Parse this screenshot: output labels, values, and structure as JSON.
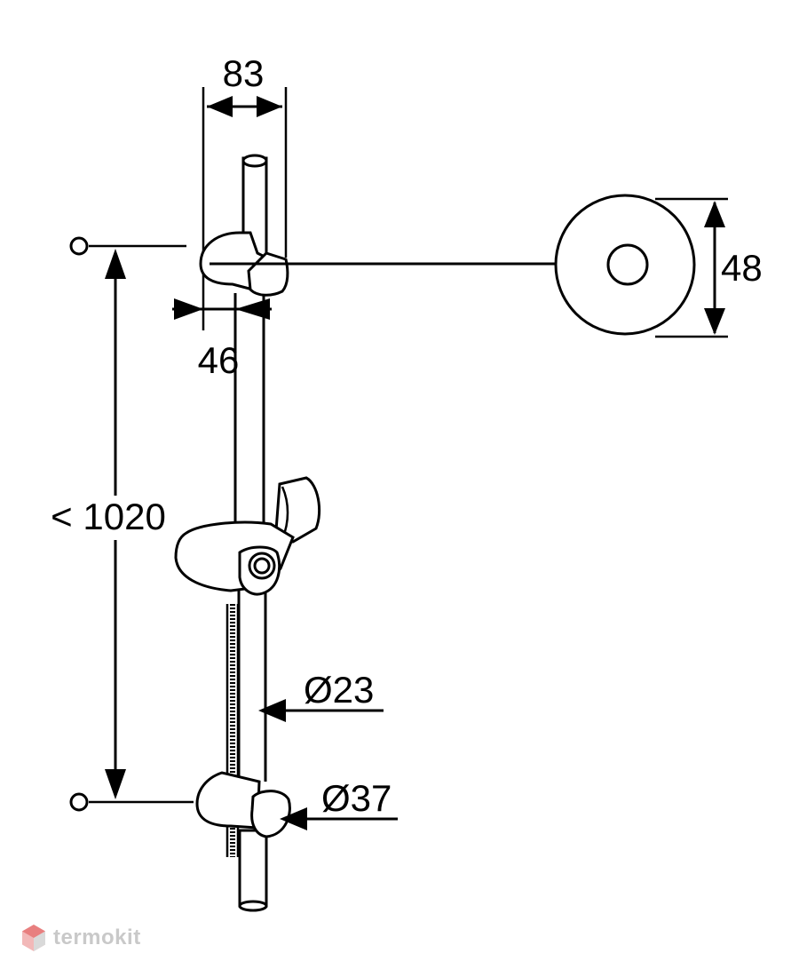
{
  "dimensions": {
    "width_top": "83",
    "bracket_depth": "46",
    "height": "< 1020",
    "rosette_diameter": "48",
    "rail_diameter": "Ø23",
    "holder_diameter": "Ø37"
  },
  "watermark": {
    "brand": "termokit",
    "icon": "hexagon-logo-icon",
    "color": "#c9c9c9",
    "accent": "#e05050"
  }
}
